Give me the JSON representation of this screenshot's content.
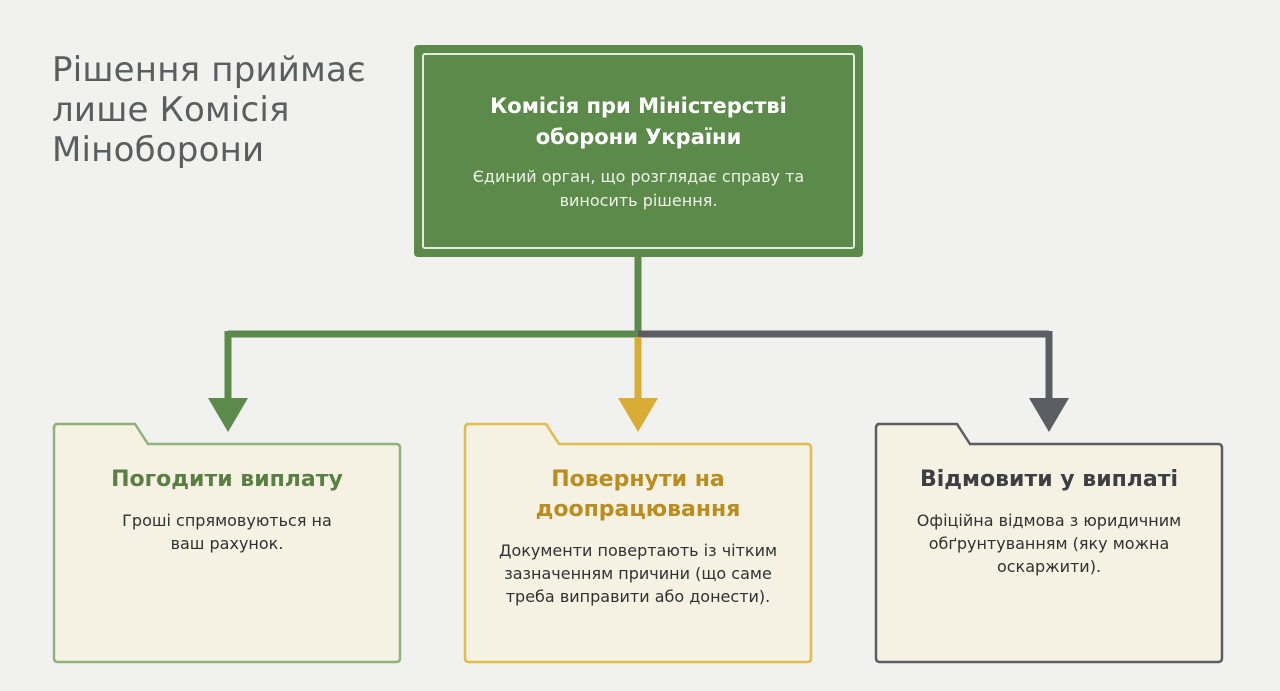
{
  "side_title": "Рішення приймає лише Комісія Міноборони",
  "main": {
    "title": "Комісія при Міністерстві оборони України",
    "description": "Єдиний орган, що розглядає справу та виносить рішення."
  },
  "outcomes": [
    {
      "title": "Погодити виплату",
      "description": "Гроші спрямовуються на ваш рахунок."
    },
    {
      "title": "Повернути на доопрацювання",
      "description": "Документи повертають із чітким зазначенням причини (що саме треба виправити або донести)."
    },
    {
      "title": "Відмовити у виплаті",
      "description": "Офіційна відмова з юридичним обґрунтуванням (яку можна оскаржити)."
    }
  ],
  "colors": {
    "background": "#f1f1ef",
    "main_box": "#5c8a4a",
    "approve_accent": "#5a7f43",
    "approve_border": "#8fb27a",
    "return_accent": "#bb8c1e",
    "return_border": "#e0bc4a",
    "reject_accent": "#3d3f42",
    "reject_border": "#5b5d62",
    "folder_fill": "#f5f2e4"
  }
}
